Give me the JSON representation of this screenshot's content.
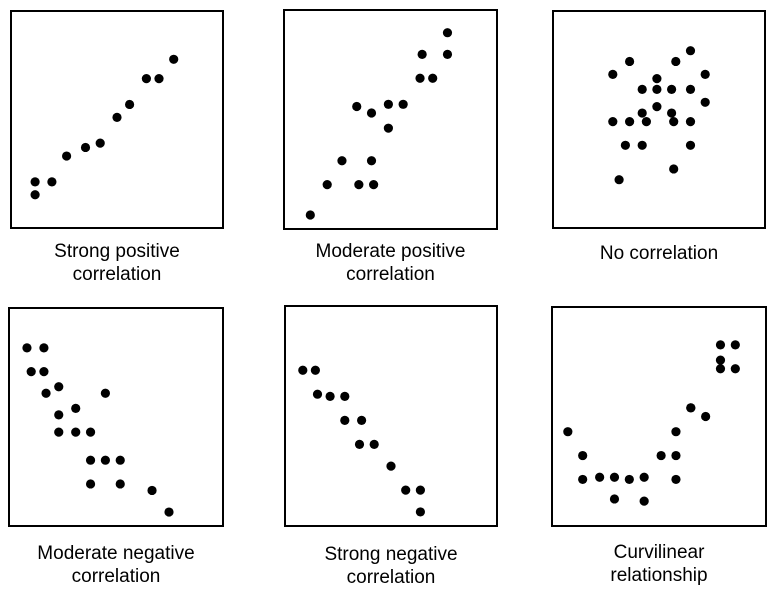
{
  "chart_data": [
    {
      "type": "scatter",
      "label_lines": [
        "Strong positive",
        "correlation"
      ],
      "xlim": [
        0,
        100
      ],
      "ylim": [
        0,
        100
      ],
      "points": [
        [
          11,
          15
        ],
        [
          11,
          21
        ],
        [
          19,
          21
        ],
        [
          26,
          33
        ],
        [
          35,
          37
        ],
        [
          42,
          39
        ],
        [
          50,
          51
        ],
        [
          56,
          57
        ],
        [
          64,
          69
        ],
        [
          70,
          69
        ],
        [
          77,
          78
        ]
      ]
    },
    {
      "type": "scatter",
      "label_lines": [
        "Moderate positive",
        "correlation"
      ],
      "xlim": [
        0,
        100
      ],
      "ylim": [
        0,
        100
      ],
      "points": [
        [
          12,
          6
        ],
        [
          20,
          20
        ],
        [
          27,
          31
        ],
        [
          35,
          20
        ],
        [
          41,
          31
        ],
        [
          42,
          20
        ],
        [
          41,
          53
        ],
        [
          34,
          56
        ],
        [
          49,
          46
        ],
        [
          49,
          57
        ],
        [
          56,
          57
        ],
        [
          64,
          69
        ],
        [
          70,
          69
        ],
        [
          65,
          80
        ],
        [
          77,
          80
        ],
        [
          77,
          90
        ]
      ]
    },
    {
      "type": "scatter",
      "label_lines": [
        "No correlation"
      ],
      "xlim": [
        0,
        100
      ],
      "ylim": [
        0,
        100
      ],
      "points": [
        [
          31,
          22
        ],
        [
          28,
          71
        ],
        [
          36,
          77
        ],
        [
          49,
          69
        ],
        [
          58,
          77
        ],
        [
          56,
          64
        ],
        [
          65,
          64
        ],
        [
          56,
          53
        ],
        [
          42,
          53
        ],
        [
          34,
          38
        ],
        [
          42,
          38
        ],
        [
          28,
          49
        ],
        [
          36,
          49
        ],
        [
          44,
          49
        ],
        [
          49,
          56
        ],
        [
          57,
          49
        ],
        [
          65,
          49
        ],
        [
          65,
          38
        ],
        [
          42,
          64
        ],
        [
          49,
          64
        ],
        [
          57,
          27
        ],
        [
          72,
          58
        ],
        [
          72,
          71
        ],
        [
          65,
          82
        ]
      ]
    },
    {
      "type": "scatter",
      "label_lines": [
        "Moderate negative",
        "correlation"
      ],
      "xlim": [
        0,
        100
      ],
      "ylim": [
        0,
        100
      ],
      "points": [
        [
          8,
          82
        ],
        [
          16,
          82
        ],
        [
          10,
          71
        ],
        [
          16,
          71
        ],
        [
          23,
          64
        ],
        [
          17,
          61
        ],
        [
          23,
          51
        ],
        [
          31,
          54
        ],
        [
          23,
          43
        ],
        [
          31,
          43
        ],
        [
          38,
          43
        ],
        [
          38,
          30
        ],
        [
          45,
          30
        ],
        [
          52,
          30
        ],
        [
          38,
          19
        ],
        [
          52,
          19
        ],
        [
          67,
          16
        ],
        [
          75,
          6
        ],
        [
          45,
          61
        ]
      ]
    },
    {
      "type": "scatter",
      "label_lines": [
        "Strong negative",
        "correlation"
      ],
      "xlim": [
        0,
        100
      ],
      "ylim": [
        0,
        100
      ],
      "points": [
        [
          8,
          71
        ],
        [
          14,
          71
        ],
        [
          15,
          60
        ],
        [
          21,
          59
        ],
        [
          28,
          59
        ],
        [
          28,
          48
        ],
        [
          36,
          48
        ],
        [
          35,
          37
        ],
        [
          42,
          37
        ],
        [
          50,
          27
        ],
        [
          57,
          16
        ],
        [
          64,
          16
        ],
        [
          64,
          6
        ]
      ]
    },
    {
      "type": "scatter",
      "label_lines": [
        "Curvilinear",
        "relationship"
      ],
      "xlim": [
        0,
        100
      ],
      "ylim": [
        0,
        100
      ],
      "points": [
        [
          7,
          43
        ],
        [
          14,
          32
        ],
        [
          14,
          21
        ],
        [
          22,
          22
        ],
        [
          29,
          22
        ],
        [
          36,
          21
        ],
        [
          43,
          22
        ],
        [
          29,
          12
        ],
        [
          43,
          11
        ],
        [
          51,
          32
        ],
        [
          58,
          32
        ],
        [
          58,
          21
        ],
        [
          58,
          43
        ],
        [
          65,
          54
        ],
        [
          72,
          50
        ],
        [
          65,
          54
        ],
        [
          79,
          72
        ],
        [
          79,
          76
        ],
        [
          79,
          83
        ],
        [
          86,
          72
        ],
        [
          86,
          83
        ]
      ]
    }
  ]
}
